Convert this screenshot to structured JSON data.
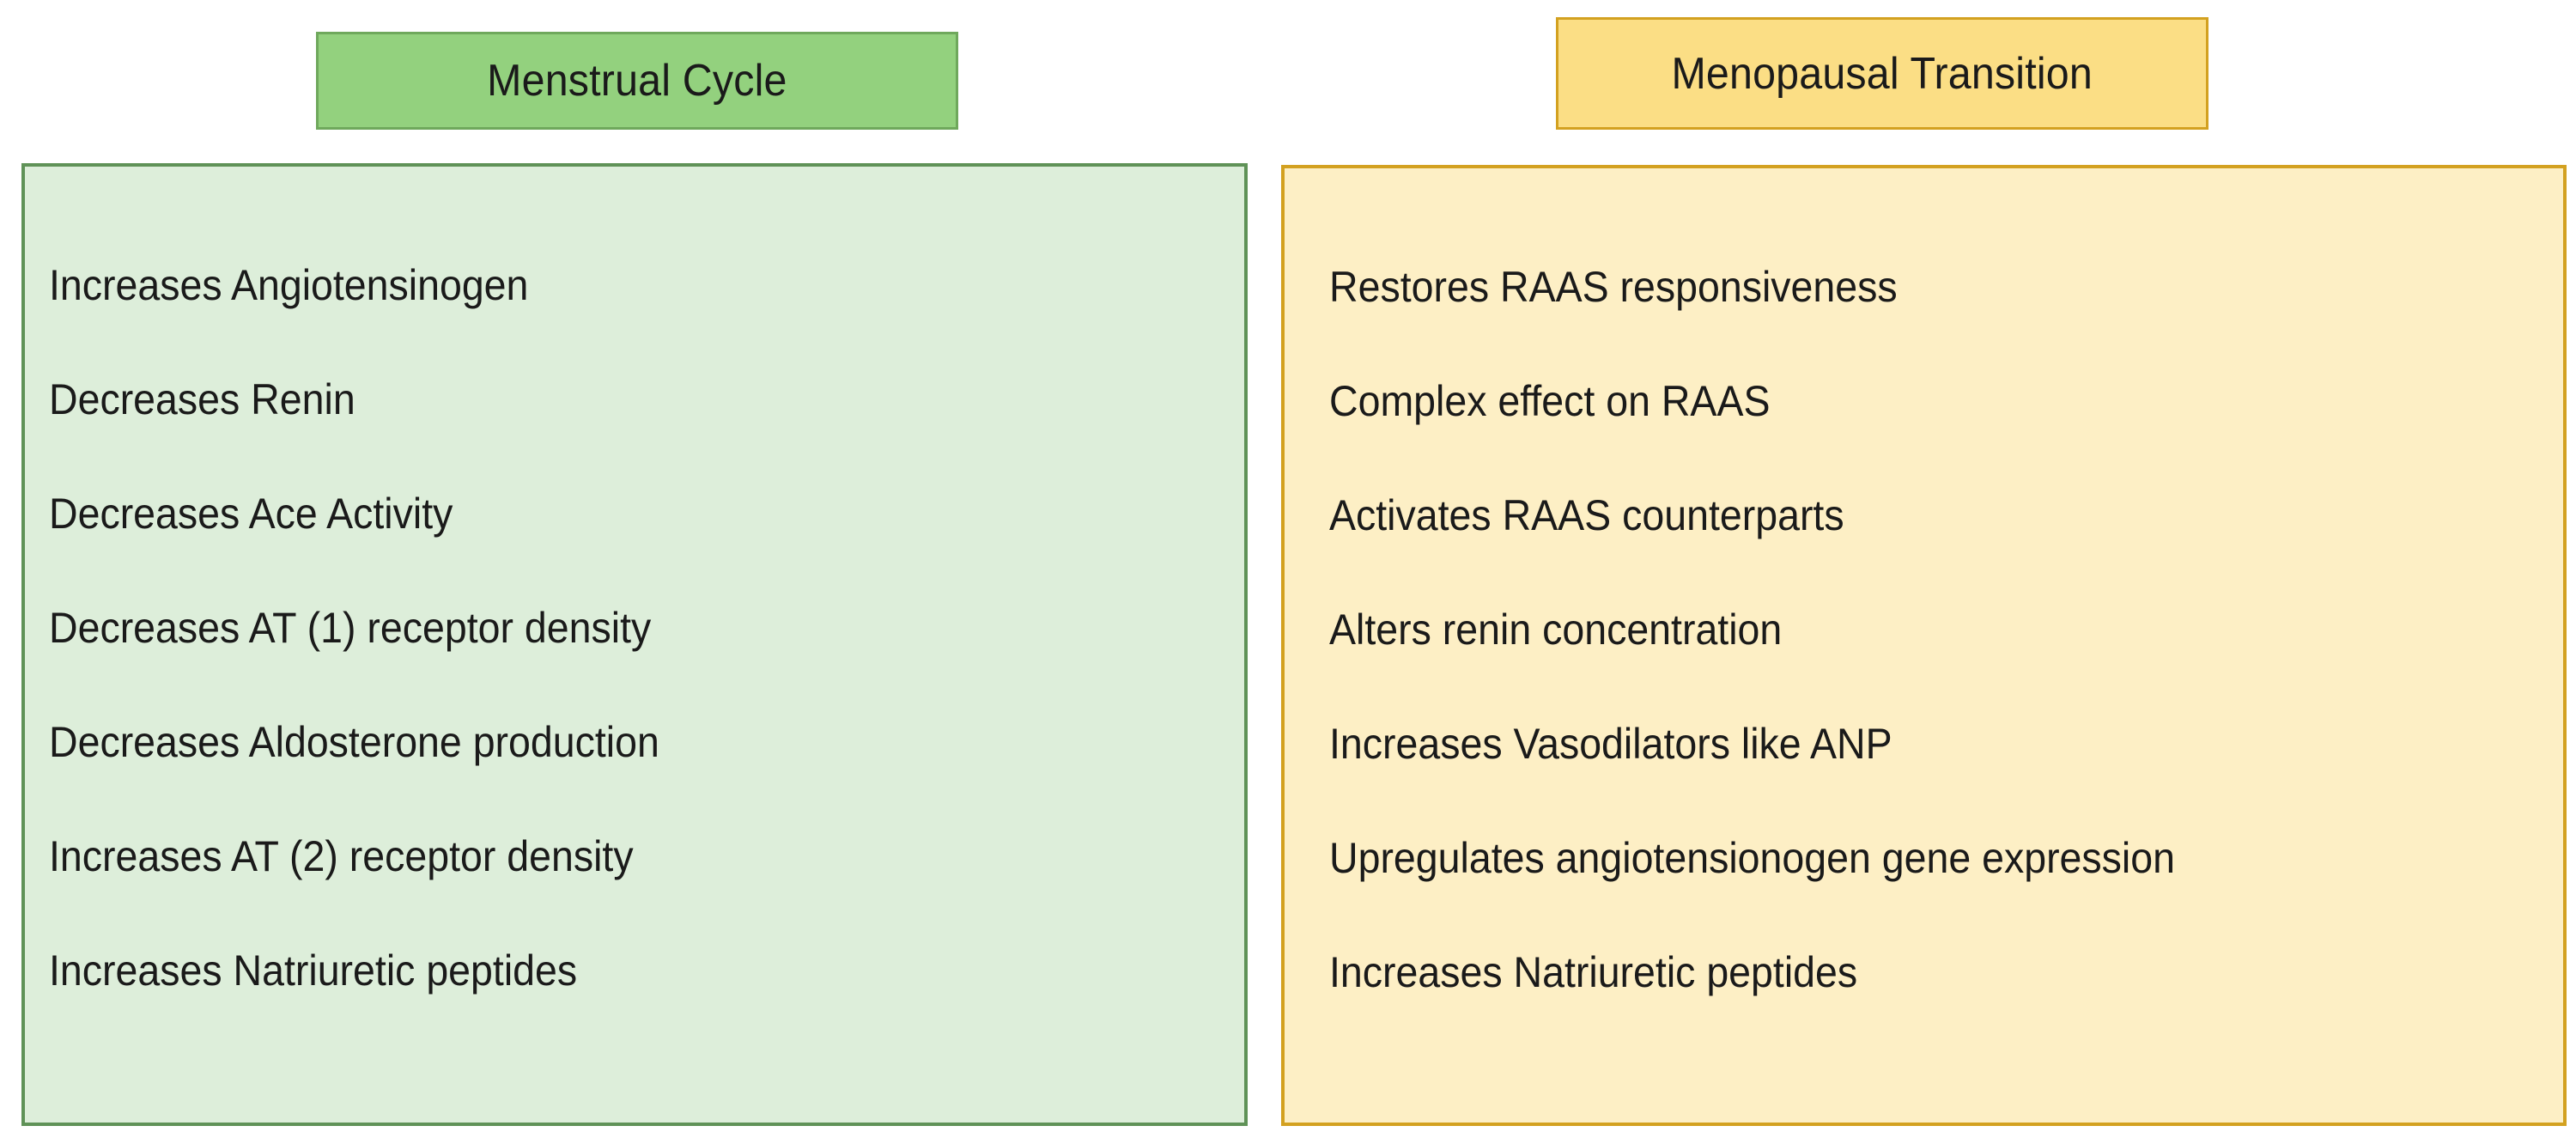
{
  "figure": {
    "type": "two-column-comparison-diagram",
    "columns": [
      {
        "id": "menstrual-cycle",
        "header_label": "Menstrual Cycle",
        "header_fill": "#93D17E",
        "header_border": "#6FA85C",
        "panel_fill": "#DDEEDA",
        "panel_border": "#5F9257",
        "items": [
          "Increases Angiotensinogen",
          "Decreases Renin",
          "Decreases Ace Activity",
          "Decreases AT (1) receptor density",
          "Decreases Aldosterone production",
          "Increases AT (2) receptor density",
          "Increases Natriuretic peptides"
        ]
      },
      {
        "id": "menopausal-transition",
        "header_label": "Menopausal Transition",
        "header_fill": "#FBDE85",
        "header_border": "#D3A120",
        "panel_fill": "#FDEFC5",
        "panel_border": "#D3A120",
        "items": [
          "Restores RAAS responsiveness",
          "Complex effect on RAAS",
          "Activates RAAS counterparts",
          "Alters renin concentration",
          "Increases Vasodilators like ANP",
          "Upregulates angiotensionogen gene expression",
          "Increases Natriuretic peptides"
        ]
      }
    ]
  }
}
